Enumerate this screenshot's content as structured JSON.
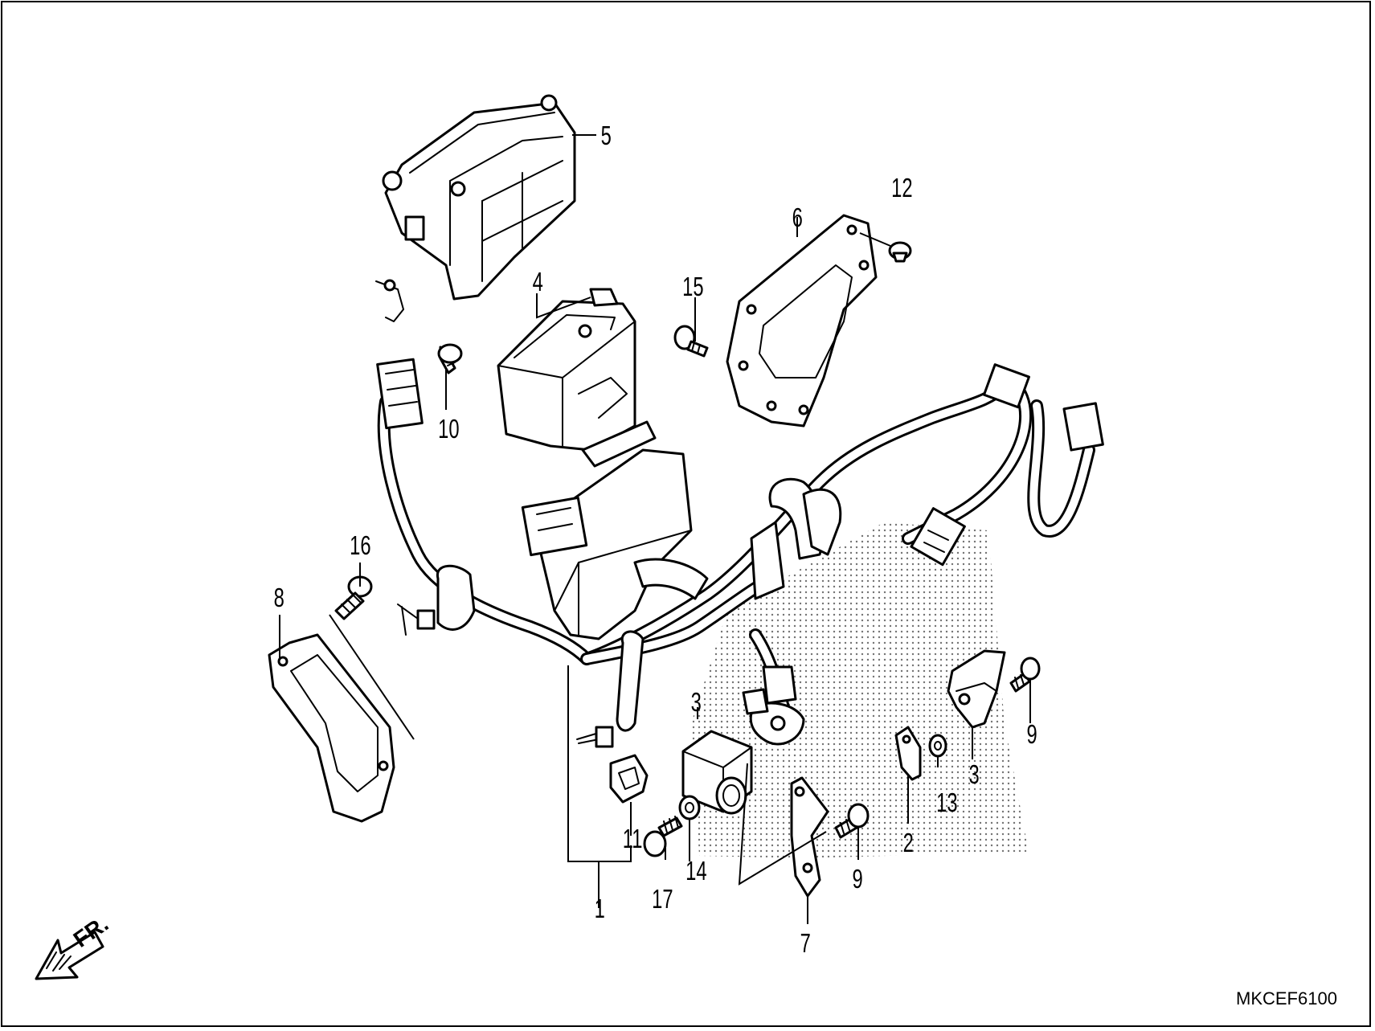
{
  "diagram": {
    "drawing_code": "MKCEF6100",
    "front_label": "FR.",
    "callouts": {
      "c1": "1",
      "c2": "2",
      "c3a": "3",
      "c3b": "3",
      "c4": "4",
      "c5": "5",
      "c6": "6",
      "c7": "7",
      "c8": "8",
      "c9a": "9",
      "c9b": "9",
      "c10": "10",
      "c11": "11",
      "c12": "12",
      "c13": "13",
      "c14": "14",
      "c15": "15",
      "c16": "16",
      "c17": "17"
    },
    "icons": {
      "front_arrow": "arrow-front-left-icon"
    }
  }
}
